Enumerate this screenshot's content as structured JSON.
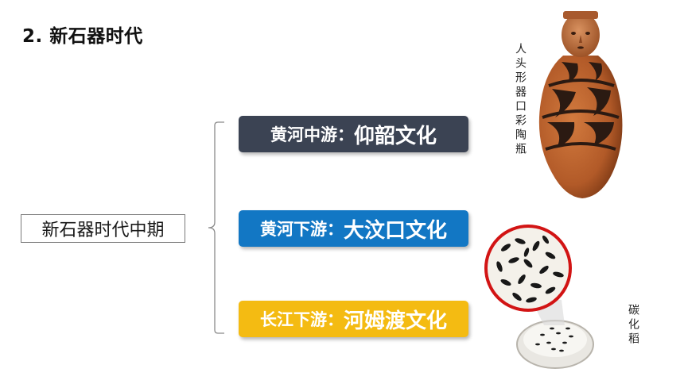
{
  "title": "2. 新石器时代",
  "main_label": "新石器时代中期",
  "cultures": [
    {
      "region": "黄河中游：",
      "name": "仰韶文化",
      "color": "#3b4353"
    },
    {
      "region": "黄河下游：",
      "name": "大汶口文化",
      "color": "#1277c4"
    },
    {
      "region": "长江下游：",
      "name": "河姆渡文化",
      "color": "#f4bb12"
    }
  ],
  "images": {
    "pottery_caption": "人头形器口彩陶瓶",
    "rice_caption": "碳化稻"
  }
}
